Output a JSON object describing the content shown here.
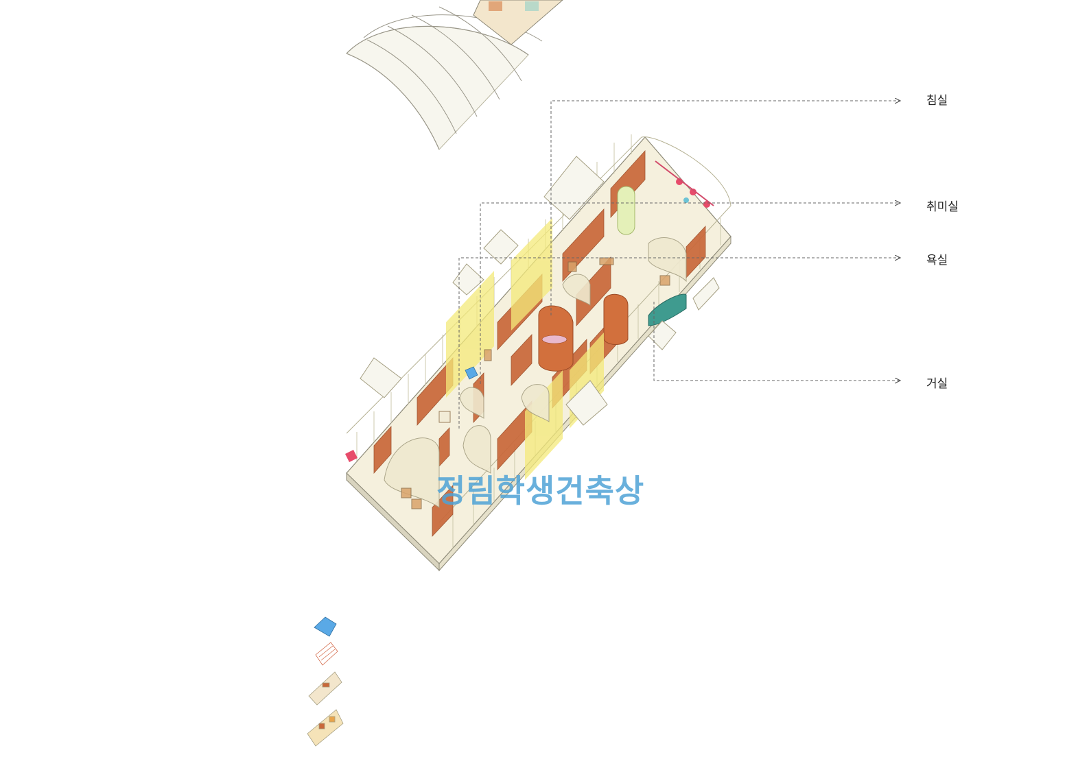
{
  "labels": {
    "bedroom": "침실",
    "hobby_room": "취미실",
    "bathroom": "욕실",
    "living_room": "거실"
  },
  "watermark": "정림학생건축상",
  "colors": {
    "wall_brick": "#c9683a",
    "curtain_yellow": "#f4ea7a",
    "glass_frame": "#e8e6c2",
    "floor": "#f5f0dd",
    "leader_line": "#666666",
    "blue_accent": "#5aa9e6",
    "watermark": "#4fa3d6"
  }
}
